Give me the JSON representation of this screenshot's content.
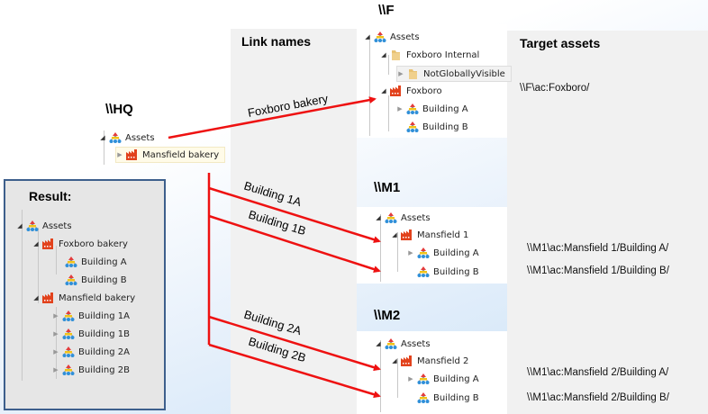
{
  "columns": {
    "link_names": "Link names",
    "target_assets": "Target assets"
  },
  "servers": {
    "hq": "\\\\HQ",
    "f": "\\\\F",
    "m1": "\\\\M1",
    "m2": "\\\\M2"
  },
  "hq_tree": {
    "root": "Assets",
    "child": "Mansfield bakery"
  },
  "f_tree": {
    "root": "Assets",
    "folder": "Foxboro Internal",
    "subfolder": "NotGloballyVisible",
    "site": "Foxboro",
    "buildings": [
      "Building A",
      "Building B"
    ]
  },
  "m1_tree": {
    "root": "Assets",
    "site": "Mansfield 1",
    "buildings": [
      "Building A",
      "Building B"
    ]
  },
  "m2_tree": {
    "root": "Assets",
    "site": "Mansfield 2",
    "buildings": [
      "Building A",
      "Building B"
    ]
  },
  "links": [
    {
      "name": "Foxboro bakery"
    },
    {
      "name": "Building 1A"
    },
    {
      "name": "Building 1B"
    },
    {
      "name": "Building 2A"
    },
    {
      "name": "Building 2B"
    }
  ],
  "targets": [
    "\\\\F\\ac:Foxboro/",
    "\\\\M1\\ac:Mansfield 1/Building A/",
    "\\\\M1\\ac:Mansfield 1/Building B/",
    "\\\\M1\\ac:Mansfield 2/Building A/",
    "\\\\M1\\ac:Mansfield 2/Building B/"
  ],
  "result": {
    "title": "Result:",
    "root": "Assets",
    "foxboro": "Foxboro bakery",
    "foxboro_children": [
      "Building A",
      "Building B"
    ],
    "mansfield": "Mansfield bakery",
    "mansfield_children": [
      "Building 1A",
      "Building 1B",
      "Building 2A",
      "Building 2B"
    ]
  },
  "colors": {
    "arrow": "#ee1111",
    "result_border": "#3d5f8c",
    "factory": "#e2421c"
  }
}
